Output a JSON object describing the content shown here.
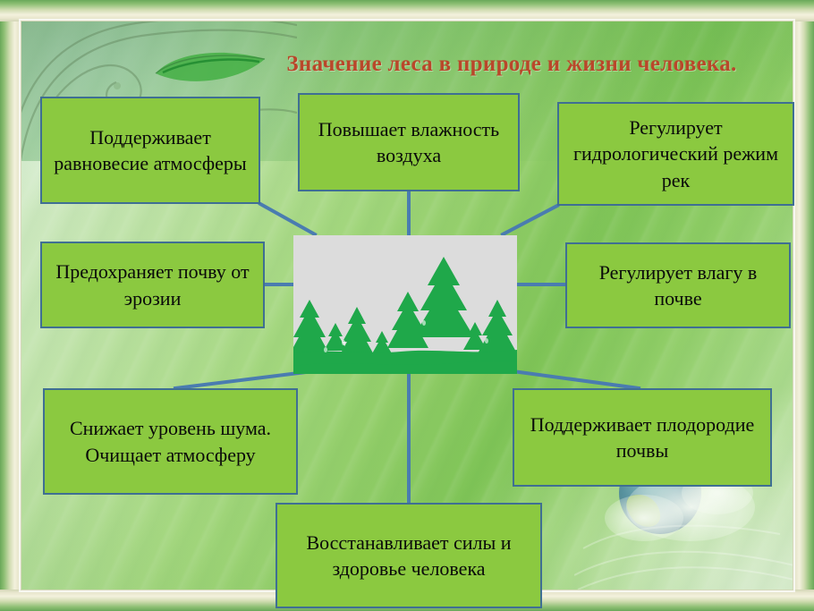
{
  "slide": {
    "title": "Значение леса в природе и жизни человека.",
    "title_color": "#b9472a",
    "box_fill_color": "#8bc940",
    "box_border_color": "#3f6f93",
    "connector_color": "#4a7cb0",
    "center_bg_color": "#dcdcdc",
    "tree_color": "#1fa84a"
  },
  "boxes": [
    {
      "id": "box-balance-atmosphere",
      "text": "Поддерживает равновесие атмосферы"
    },
    {
      "id": "box-air-humidity",
      "text": "Повышает влажность воздуха"
    },
    {
      "id": "box-hydrological-regime",
      "text": "Регулирует гидрологический режим рек"
    },
    {
      "id": "box-soil-erosion",
      "text": "Предохраняет почву от эрозии"
    },
    {
      "id": "box-soil-moisture",
      "text": "Регулирует влагу в почве"
    },
    {
      "id": "box-noise-air",
      "text": "Снижает уровень шума. Очищает атмосферу"
    },
    {
      "id": "box-soil-fertility",
      "text": "Поддерживает плодородие почвы"
    },
    {
      "id": "box-health-recovery",
      "text": "Восстанавливает силы и здоровье человека"
    }
  ],
  "decorations": {
    "corner_swirl": "vine-swirl-icon",
    "leaf": "leaf-icon",
    "globe": "globe-icon",
    "center_image": "forest-trees-image"
  }
}
